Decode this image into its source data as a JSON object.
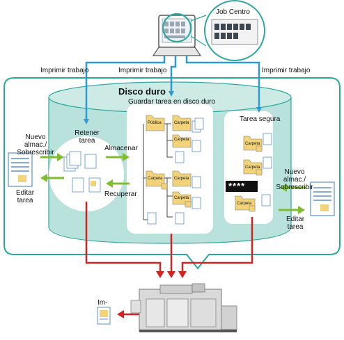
{
  "labels": {
    "print_job_1": "Imprimir trabajo",
    "print_job_2": "Imprimir trabajo",
    "print_job_3": "Imprimir trabajo",
    "hard_disk": "Disco duro",
    "save_job_hdd": "Guardar tarea en disco duro",
    "hold_job": "Retener tarea",
    "store": "Almacenar",
    "retrieve": "Recuperar",
    "new_store_left": "Nuevo almac./ Sobrescribir",
    "edit_job_left": "Editar tarea",
    "secure_job": "Tarea segura",
    "new_store_right": "Nuevo almac./ Sobrescribir",
    "edit_job_right": "Editar tarea",
    "password_mask": "****",
    "job_centro": "Job Centro",
    "image_label": "Im-"
  },
  "folders": {
    "public": "Pública",
    "folder": "Carpeta"
  },
  "colors": {
    "teal_outline": "#2aa8a0",
    "cylinder_fill": "#b9e2dc",
    "blue_arrow": "#2a9ad8",
    "green_arrow": "#7dbd2e",
    "red_arrow": "#d42323",
    "folder_yellow": "#f3d37a",
    "doc_blue": "#5b8fd0"
  }
}
